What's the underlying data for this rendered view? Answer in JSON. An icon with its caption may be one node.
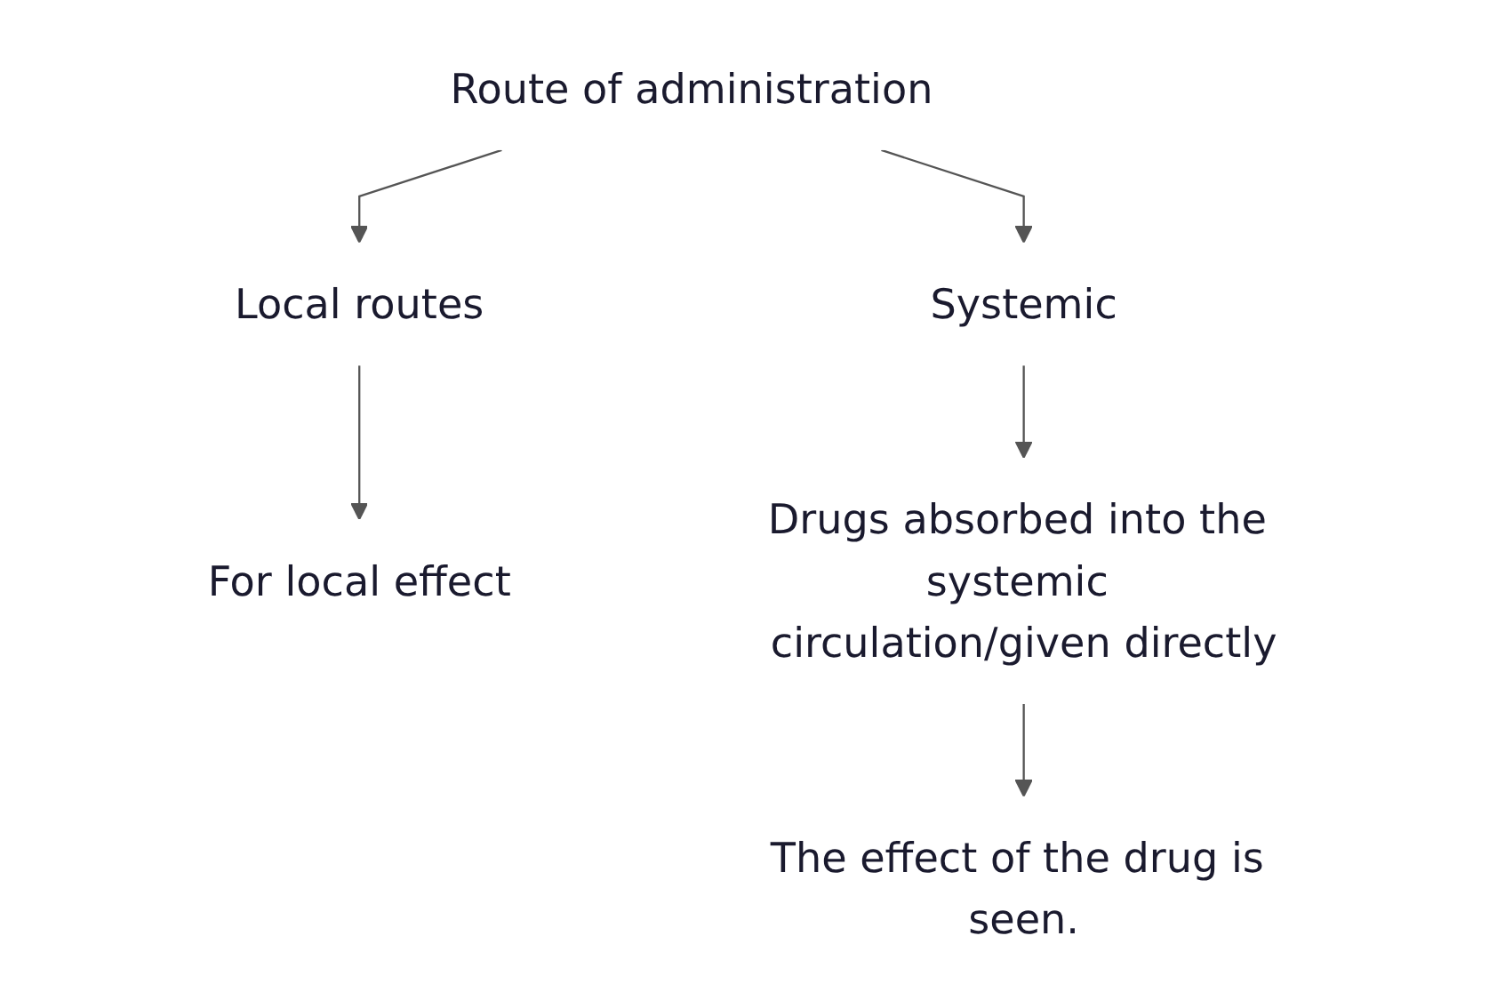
{
  "diagram": {
    "nodes": [
      {
        "text": [
          "Route of administration"
        ]
      },
      {
        "text": [
          "Local routes"
        ]
      },
      {
        "text": [
          "Systemic"
        ]
      },
      {
        "text": [
          "For local effect"
        ]
      },
      {
        "text": [
          "Drugs absorbed into the systemic circulation/given directly"
        ]
      },
      {
        "text": [
          "The effect of the drug is seen."
        ]
      }
    ],
    "edges": [
      {
        "from": 0,
        "to": 1,
        "arrow": "to"
      },
      {
        "from": 0,
        "to": 2,
        "arrow": "to"
      },
      {
        "from": 1,
        "to": 3,
        "arrow": "to"
      },
      {
        "from": 2,
        "to": 4,
        "arrow": "to"
      },
      {
        "from": 4,
        "to": 5,
        "arrow": "to"
      }
    ]
  }
}
